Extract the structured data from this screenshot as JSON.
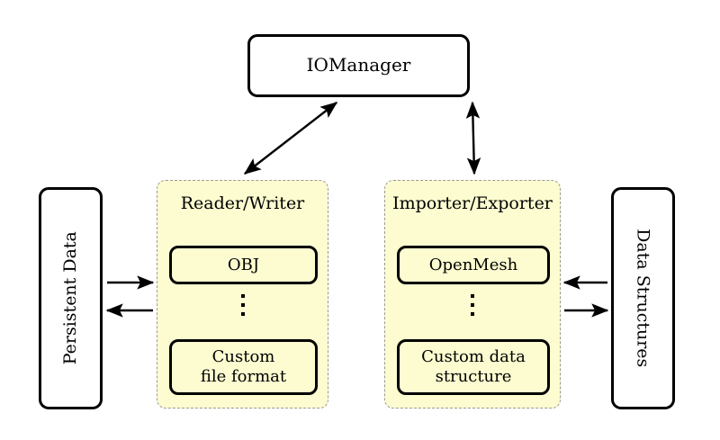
{
  "diagram": {
    "title_node": {
      "label": "IOManager"
    },
    "left_endpoint": {
      "label": "Persistent Data"
    },
    "right_endpoint": {
      "label": "Data Structures"
    },
    "panels": [
      {
        "title": "Reader/Writer",
        "items": [
          "OBJ",
          "Custom file format"
        ],
        "ellipsis": "⋮"
      },
      {
        "title": "Importer/Exporter",
        "items": [
          "OpenMesh",
          "Custom data structure"
        ],
        "ellipsis": "⋮"
      }
    ],
    "item_lines": {
      "objective": "OBJ",
      "custom_file_format_line1": "Custom",
      "custom_file_format_line2": "file format",
      "openmesh": "OpenMesh",
      "custom_data_structure_line1": "Custom data",
      "custom_data_structure_line2": "structure"
    },
    "connections": [
      {
        "from": "IOManager",
        "to": "Reader/Writer",
        "style": "bidirectional"
      },
      {
        "from": "IOManager",
        "to": "Importer/Exporter",
        "style": "bidirectional"
      },
      {
        "from": "Persistent Data",
        "to": "Reader/Writer",
        "style": "right"
      },
      {
        "from": "Reader/Writer",
        "to": "Persistent Data",
        "style": "left"
      },
      {
        "from": "Data Structures",
        "to": "Importer/Exporter",
        "style": "left"
      },
      {
        "from": "Importer/Exporter",
        "to": "Data Structures",
        "style": "right"
      }
    ],
    "colors": {
      "panel_fill": "#FCFCD0",
      "panel_border": "#9A9A9A",
      "node_border": "#000000",
      "background": "#FFFFFF",
      "arrow": "#000000"
    }
  }
}
